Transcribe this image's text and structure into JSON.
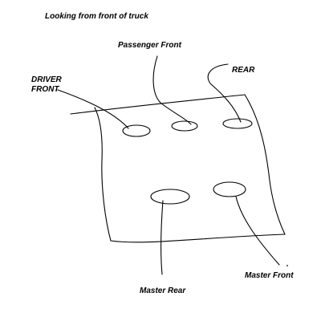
{
  "diagram": {
    "caption": "Looking from front of truck",
    "labels": {
      "passenger_front": "Passenger Front",
      "rear": "REAR",
      "driver_front_line1": "DRIVER",
      "driver_front_line2": "FRONT",
      "master_rear": "Master Rear",
      "master_front": "Master Front"
    },
    "stroke_color": "#000000",
    "background_color": "#ffffff"
  }
}
